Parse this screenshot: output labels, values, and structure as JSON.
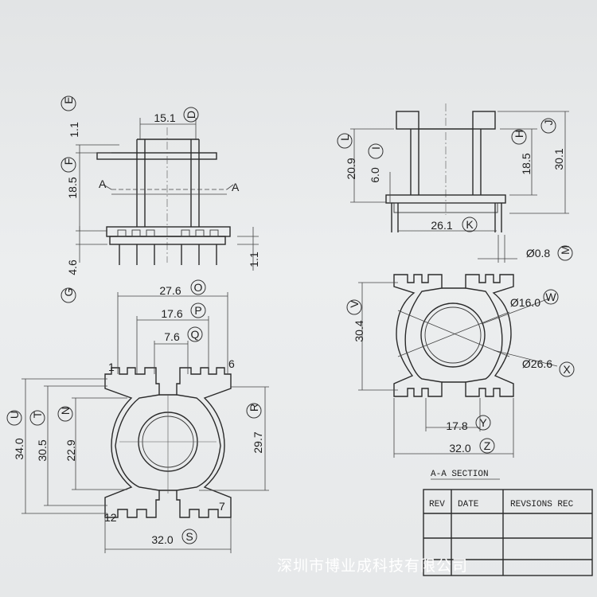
{
  "dimensions": {
    "E": {
      "value": "1.1",
      "letter": "E"
    },
    "D": {
      "value": "15.1",
      "letter": "D"
    },
    "F": {
      "value": "18.5",
      "letter": "F"
    },
    "A_left": {
      "value": "A"
    },
    "A_right": {
      "value": "A"
    },
    "G": {
      "value": "4.6",
      "letter": "G"
    },
    "G_small": {
      "value": "1.1"
    },
    "L": {
      "value": "20.9",
      "letter": "L"
    },
    "I": {
      "value": "6.0",
      "letter": "I"
    },
    "H": {
      "value": "18.5",
      "letter": "H"
    },
    "J": {
      "value": "30.1",
      "letter": "J"
    },
    "K": {
      "value": "26.1",
      "letter": "K"
    },
    "M": {
      "value": "Ø0.8",
      "letter": "M"
    },
    "O": {
      "value": "27.6",
      "letter": "O"
    },
    "P": {
      "value": "17.6",
      "letter": "P"
    },
    "Q": {
      "value": "7.6",
      "letter": "Q"
    },
    "U": {
      "value": "34.0",
      "letter": "U"
    },
    "T": {
      "value": "30.5",
      "letter": "T"
    },
    "N": {
      "value": "22.9",
      "letter": "N"
    },
    "R": {
      "value": "29.7",
      "letter": "R"
    },
    "S": {
      "value": "32.0",
      "letter": "S"
    },
    "V": {
      "value": "30.4",
      "letter": "V"
    },
    "W": {
      "value": "Ø16.0",
      "letter": "W"
    },
    "X": {
      "value": "Ø26.6",
      "letter": "X"
    },
    "Y": {
      "value": "17.8",
      "letter": "Y"
    },
    "Z": {
      "value": "32.0",
      "letter": "Z"
    }
  },
  "pins": {
    "p1": "1",
    "p6": "6",
    "p12": "12",
    "p7": "7"
  },
  "section_title": "A-A SECTION",
  "table": {
    "col1": "REV",
    "col2": "DATE",
    "col3": "REVSIONS REC"
  },
  "watermark": "深圳市博业成科技有限公司"
}
